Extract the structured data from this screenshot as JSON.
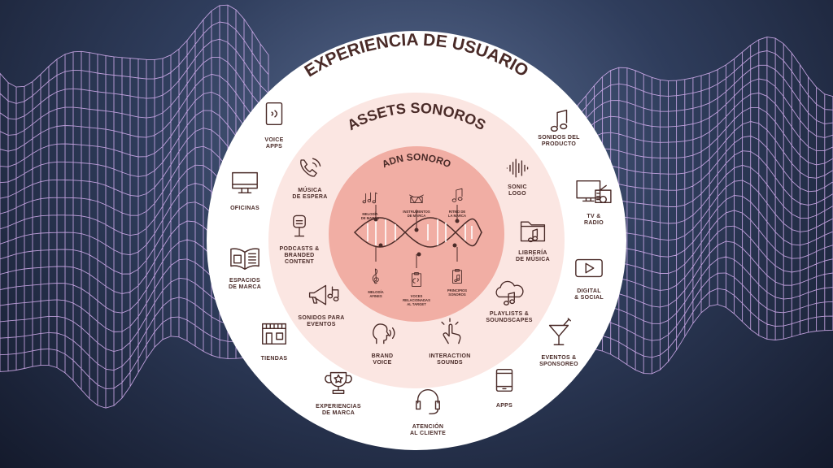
{
  "rings": {
    "outer_title": "EXPERIENCIA DE USUARIO",
    "middle_title": "ASSETS SONOROS",
    "inner_title": "ADN SONORO"
  },
  "outer_items": [
    {
      "id": "voice-apps",
      "lines": [
        "VOICE",
        "APPS"
      ],
      "icon": "smartphone-voice-icon"
    },
    {
      "id": "oficinas",
      "lines": [
        "OFICINAS"
      ],
      "icon": "monitor-icon"
    },
    {
      "id": "espacios-marca",
      "lines": [
        "ESPACIOS",
        "DE MARCA"
      ],
      "icon": "open-book-icon"
    },
    {
      "id": "tiendas",
      "lines": [
        "TIENDAS"
      ],
      "icon": "store-icon"
    },
    {
      "id": "experiencias-marca",
      "lines": [
        "EXPERIENCIAS",
        "DE MARCA"
      ],
      "icon": "trophy-icon"
    },
    {
      "id": "atencion-cliente",
      "lines": [
        "ATENCIÓN",
        "AL CLIENTE"
      ],
      "icon": "headset-icon"
    },
    {
      "id": "apps",
      "lines": [
        "APPS"
      ],
      "icon": "smartphone-icon"
    },
    {
      "id": "eventos-sponsoreo",
      "lines": [
        "EVENTOS &",
        "SPONSOREO"
      ],
      "icon": "cocktail-icon"
    },
    {
      "id": "digital-social",
      "lines": [
        "DIGITAL",
        "& SOCIAL"
      ],
      "icon": "play-button-icon"
    },
    {
      "id": "tv-radio",
      "lines": [
        "TV &",
        "RADIO"
      ],
      "icon": "tv-radio-icon"
    },
    {
      "id": "sonidos-producto",
      "lines": [
        "SONIDOS DEL",
        "PRODUCTO"
      ],
      "icon": "music-note-icon"
    }
  ],
  "middle_items": [
    {
      "id": "musica-espera",
      "lines": [
        "MÚSICA",
        "DE ESPERA"
      ],
      "icon": "phone-icon"
    },
    {
      "id": "podcasts",
      "lines": [
        "PODCASTS &",
        "BRANDED",
        "CONTENT"
      ],
      "icon": "microphone-icon"
    },
    {
      "id": "sonidos-eventos",
      "lines": [
        "SONIDOS PARA",
        "EVENTOS"
      ],
      "icon": "megaphone-icon"
    },
    {
      "id": "brand-voice",
      "lines": [
        "BRAND",
        "VOICE"
      ],
      "icon": "speaking-head-icon"
    },
    {
      "id": "interaction-sounds",
      "lines": [
        "INTERACTION",
        "SOUNDS"
      ],
      "icon": "tap-hand-icon"
    },
    {
      "id": "playlists",
      "lines": [
        "PLAYLISTS &",
        "SOUNDSCAPES"
      ],
      "icon": "cloud-music-icon"
    },
    {
      "id": "libreria-musica",
      "lines": [
        "LIBRERÍA",
        "DE MÚSICA"
      ],
      "icon": "music-folder-icon"
    },
    {
      "id": "sonic-logo",
      "lines": [
        "SONIC",
        "LOGO"
      ],
      "icon": "sound-wave-icon"
    }
  ],
  "inner_items": [
    {
      "id": "melodia-marca",
      "lines": [
        "MELODÍA",
        "DE MARCA"
      ],
      "icon": "music-notes-icon"
    },
    {
      "id": "instrumentos",
      "lines": [
        "INSTRUMENTOS",
        "DE MARCA"
      ],
      "icon": "drum-icon"
    },
    {
      "id": "ritmo-marca",
      "lines": [
        "RITMO DE",
        "LA MARCA"
      ],
      "icon": "music-note-icon"
    },
    {
      "id": "melodia-afines",
      "lines": [
        "MELODÍA",
        "AFINES"
      ],
      "icon": "treble-clef-icon"
    },
    {
      "id": "voces",
      "lines": [
        "VOCES",
        "RELACIONADAS",
        "AL TARGET"
      ],
      "icon": "clipboard-voice-icon"
    },
    {
      "id": "principios",
      "lines": [
        "PRINCIPIOS",
        "SONOROS"
      ],
      "icon": "clipboard-music-icon"
    }
  ],
  "colors": {
    "outer_ring": "#ffffff",
    "middle_ring": "#fbe6e2",
    "inner_disc": "#f1aea4",
    "text": "#4a2b28",
    "mesh": "#d9b3f5"
  }
}
